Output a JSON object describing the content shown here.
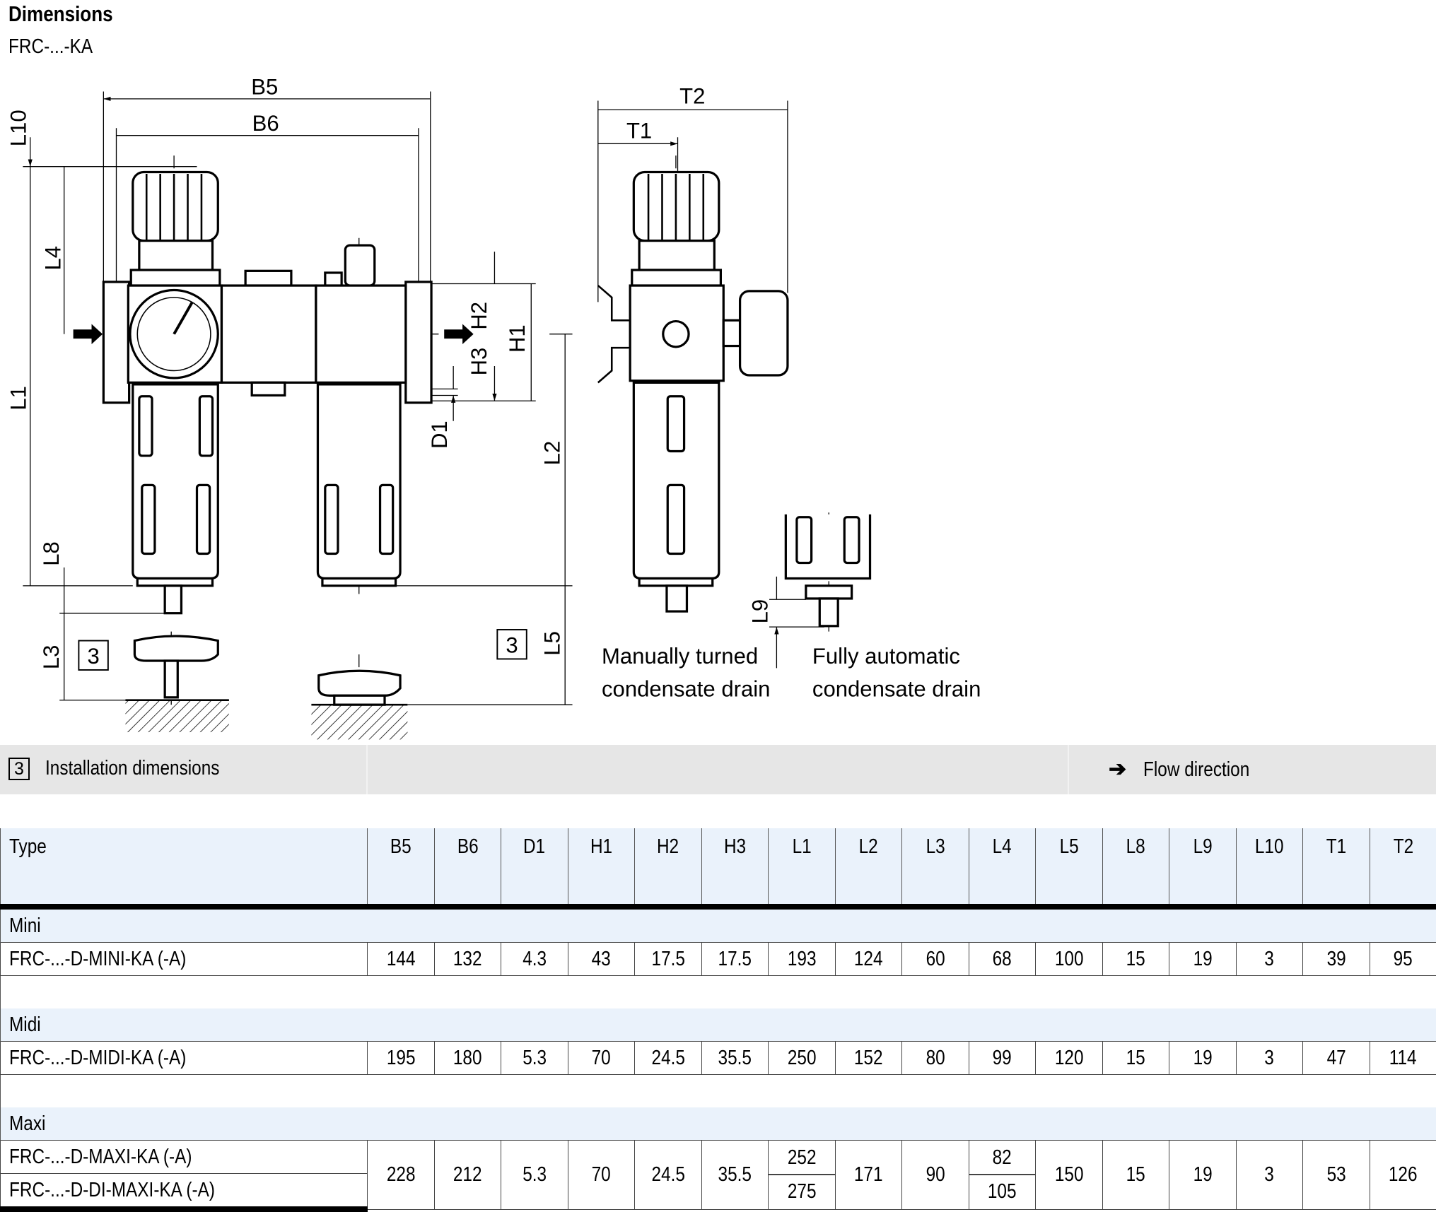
{
  "header": {
    "title": "Dimensions",
    "subtitle": "FRC-...-KA"
  },
  "drawing": {
    "dims": {
      "B5": "B5",
      "B6": "B6",
      "L10": "L10",
      "L4": "L4",
      "L1": "L1",
      "L8": "L8",
      "L3": "L3",
      "H2": "H2",
      "H1": "H1",
      "H3": "H3",
      "D1": "D1",
      "L2": "L2",
      "L5": "L5",
      "T1": "T1",
      "T2": "T2",
      "L9": "L9"
    },
    "ref_box": "3",
    "manual_drain": [
      "Manually turned",
      "condensate drain"
    ],
    "auto_drain": [
      "Fully automatic",
      "condensate drain"
    ]
  },
  "legend": {
    "box": "3",
    "installation": "Installation dimensions",
    "flow_icon": "arrow-right",
    "flow": "Flow direction"
  },
  "table": {
    "columns": [
      "Type",
      "B5",
      "B6",
      "D1",
      "H1",
      "H2",
      "H3",
      "L1",
      "L2",
      "L3",
      "L4",
      "L5",
      "L8",
      "L9",
      "L10",
      "T1",
      "T2"
    ],
    "groups": [
      {
        "name": "Mini",
        "rows": [
          {
            "type": "FRC-...-D-MINI-KA (-A)",
            "values": [
              "144",
              "132",
              "4.3",
              "43",
              "17.5",
              "17.5",
              "193",
              "124",
              "60",
              "68",
              "100",
              "15",
              "19",
              "3",
              "39",
              "95"
            ]
          }
        ]
      },
      {
        "name": "Midi",
        "rows": [
          {
            "type": "FRC-...-D-MIDI-KA (-A)",
            "values": [
              "195",
              "180",
              "5.3",
              "70",
              "24.5",
              "35.5",
              "250",
              "152",
              "80",
              "99",
              "120",
              "15",
              "19",
              "3",
              "47",
              "114"
            ]
          }
        ]
      },
      {
        "name": "Maxi",
        "rows": [
          {
            "type": "FRC-...-D-MAXI-KA (-A)"
          },
          {
            "type": "FRC-...-D-DI-MAXI-KA (-A)"
          }
        ],
        "values": [
          "228",
          "212",
          "5.3",
          "70",
          "24.5",
          "35.5",
          [
            "252",
            "275"
          ],
          "171",
          "90",
          [
            "82",
            "105"
          ],
          "150",
          "15",
          "19",
          "3",
          "53",
          "126"
        ]
      }
    ]
  }
}
